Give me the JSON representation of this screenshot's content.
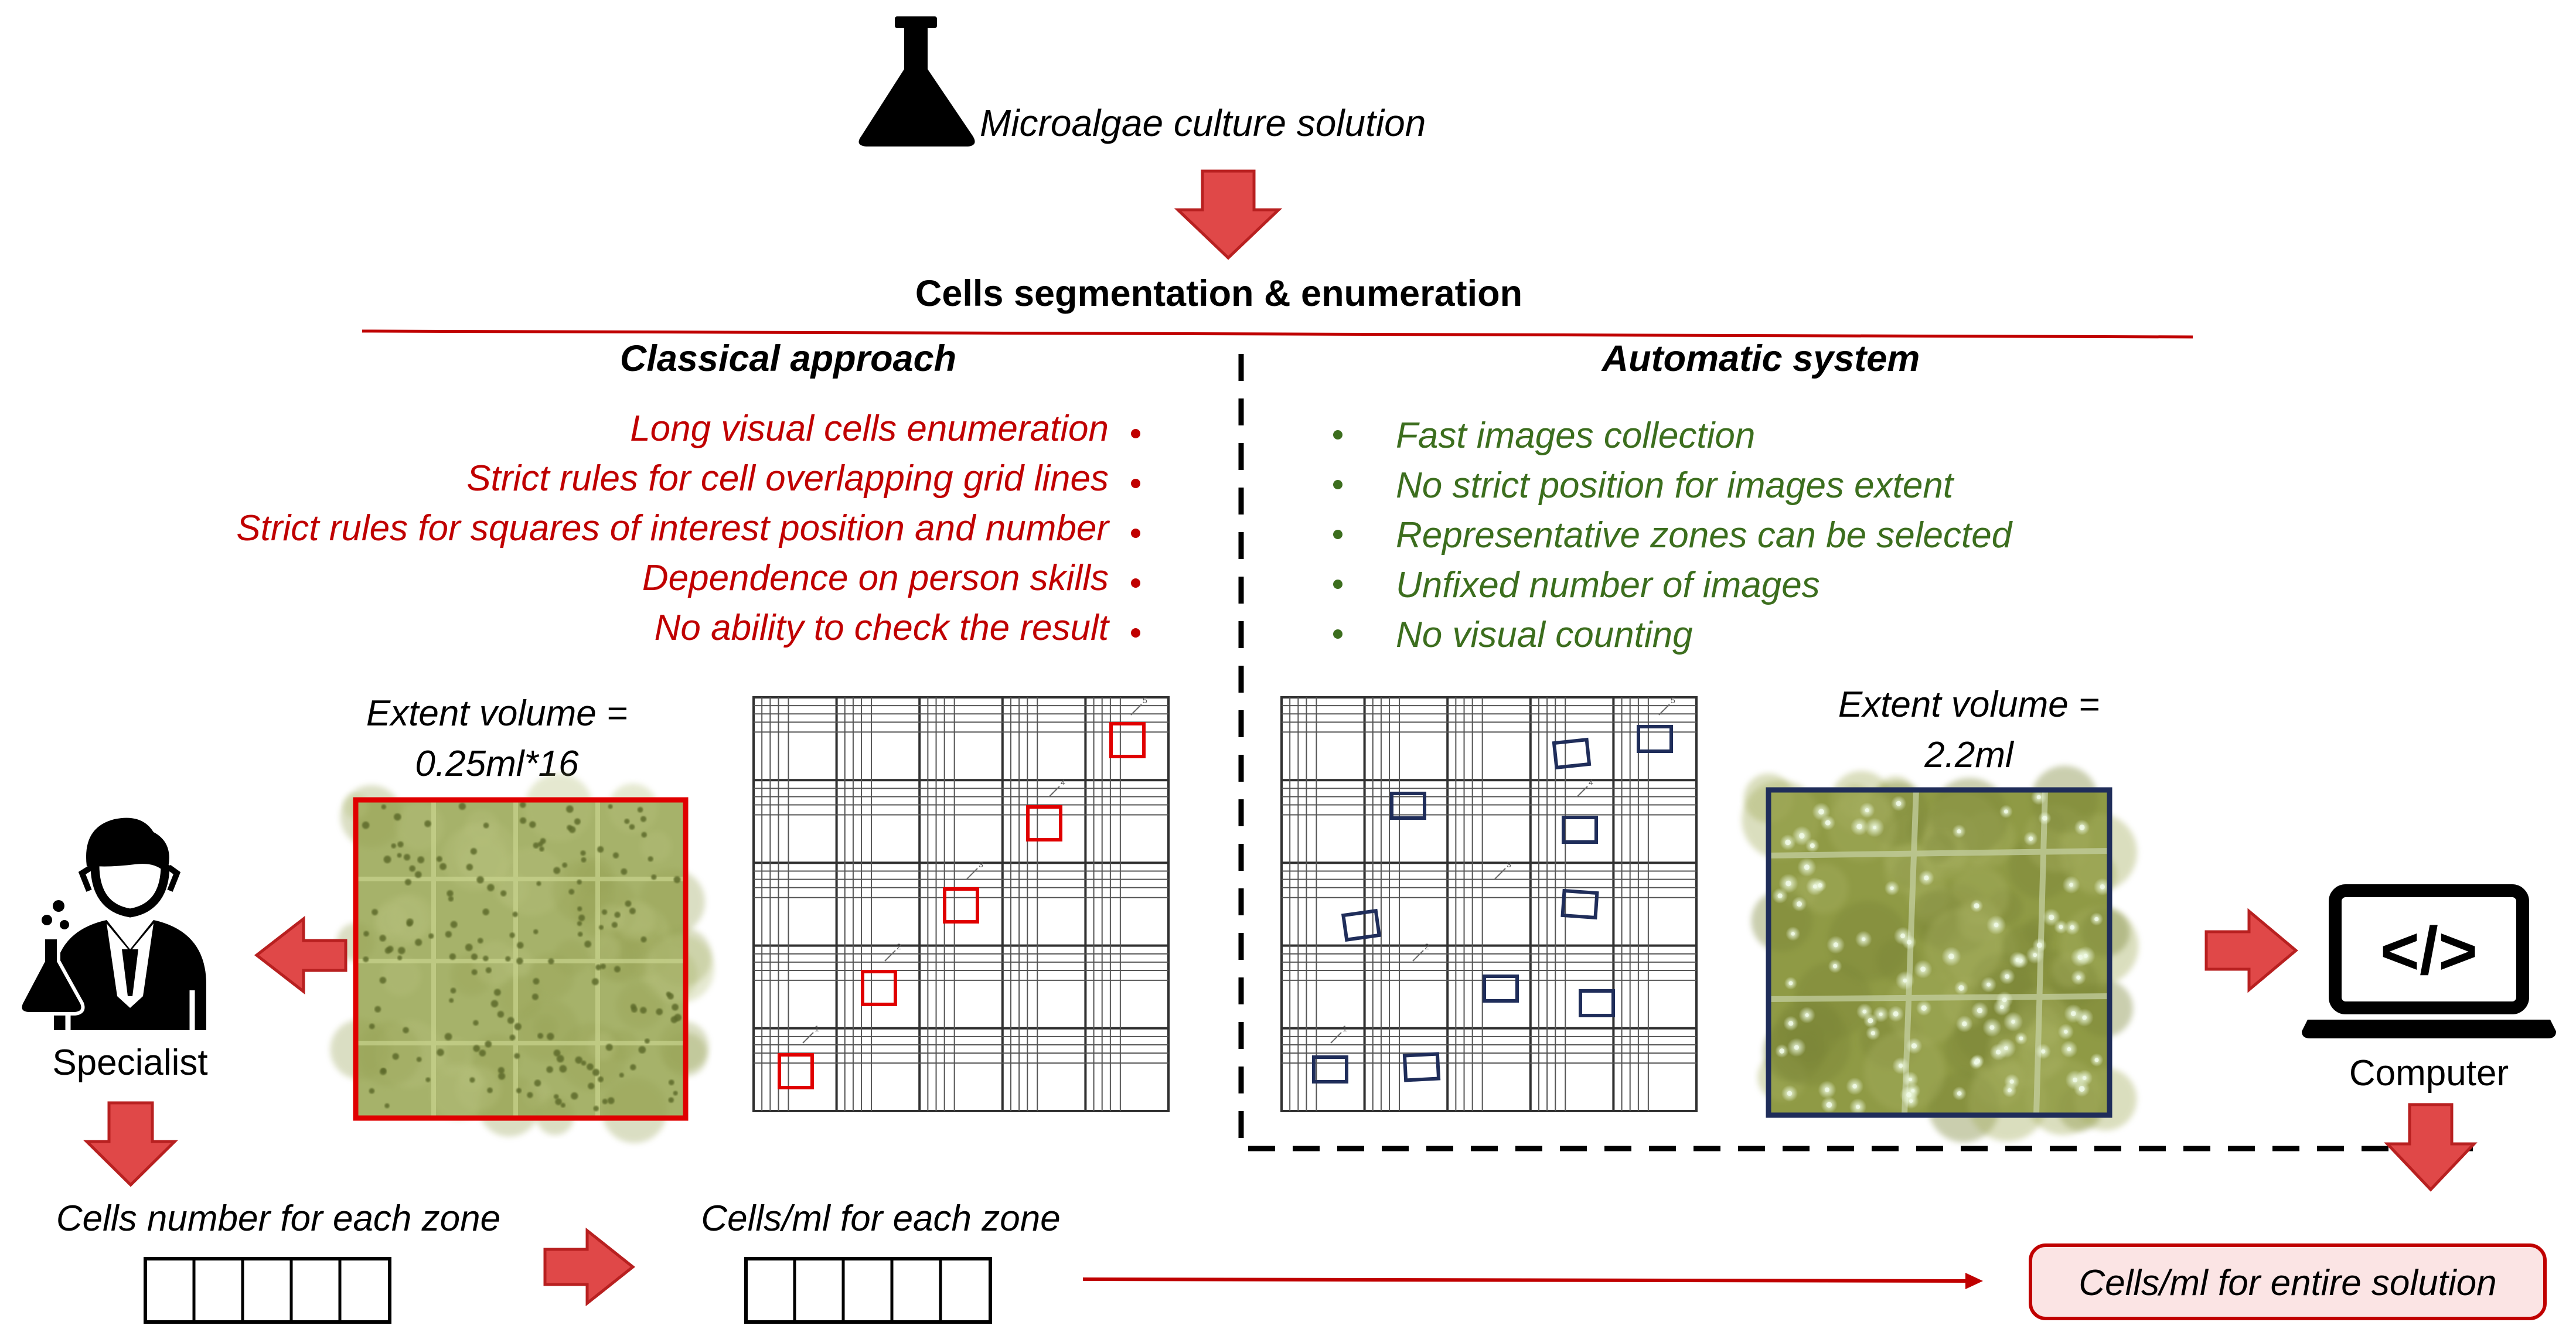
{
  "colors": {
    "red": "#c00000",
    "arrow_red": "#e04848",
    "arrow_red_stroke": "#b82020",
    "green": "#3c6e1e",
    "navy": "#1f2d5a",
    "black": "#000000",
    "grid": "#303030",
    "micro_bg": "#a6b26a",
    "micro_bg2": "#8f9a45",
    "pill_bg": "#fbe4e4"
  },
  "header": {
    "source_label": "Microalgae culture solution",
    "title": "Cells segmentation & enumeration"
  },
  "classical": {
    "heading": "Classical approach",
    "bullets": [
      "Long visual cells enumeration",
      "Strict rules for cell overlapping grid lines",
      "Strict rules for squares of interest position and number",
      "Dependence on person skills",
      "No ability to check the result"
    ],
    "extent_line1": "Extent volume =",
    "extent_line2": "0.25ml*16",
    "actor_label": "Specialist",
    "cells_number_label": "Cells number for each zone",
    "cells_ml_label": "Cells/ml for each zone",
    "grid_markers": [
      "1",
      "2",
      "3",
      "4",
      "5"
    ]
  },
  "automatic": {
    "heading": "Automatic system",
    "bullets": [
      "Fast images collection",
      "No strict position for images extent",
      "Representative zones can be selected",
      "Unfixed number of images",
      "No visual counting"
    ],
    "extent_line1": "Extent volume =",
    "extent_line2": "2.2ml",
    "actor_label": "Computer",
    "code_symbol": "</>",
    "grid_markers": [
      "1",
      "2",
      "3",
      "4",
      "5"
    ]
  },
  "result": {
    "label": "Cells/ml for entire solution"
  },
  "icons": {
    "flask": "flask-icon",
    "specialist": "scientist-icon",
    "computer": "laptop-code-icon"
  }
}
